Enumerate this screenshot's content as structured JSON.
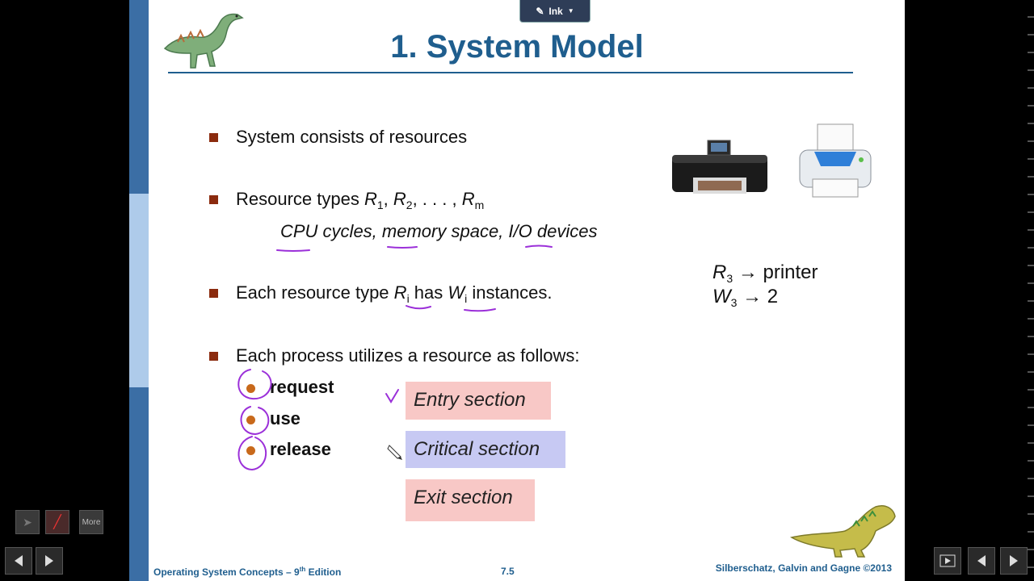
{
  "toolbar": {
    "ink_label": "Ink",
    "more_label": "More"
  },
  "slide": {
    "title": "1. System Model",
    "bullets": [
      {
        "text": "System consists of resources"
      },
      {
        "prefix": "Resource types ",
        "r": "R",
        "s1": "1",
        "s2": "2",
        "dots": ", . . . , ",
        "sm": "m",
        "subline": "CPU cycles, memory space, I/O devices"
      },
      {
        "prefix": "Each resource type ",
        "r": "R",
        "ri": "i",
        "mid": " has ",
        "w": "W",
        "wi": "i",
        "suffix": " instances."
      },
      {
        "text": "Each process utilizes a resource as follows:"
      }
    ],
    "steps": [
      "request",
      "use",
      "release"
    ],
    "sections": [
      {
        "label": "Entry section",
        "color": "#f8c8c6"
      },
      {
        "label": "Critical section",
        "color": "#c7c9f3"
      },
      {
        "label": "Exit section",
        "color": "#f8c8c6"
      }
    ],
    "example": {
      "r_line_var": "R",
      "r_line_sub": "3",
      "r_line_value": "printer",
      "w_line_var": "W",
      "w_line_sub": "3",
      "w_line_value": "2",
      "arrow": "→"
    },
    "footer": {
      "book": "Operating System Concepts – 9",
      "edition_sup": "th",
      "edition": " Edition",
      "page": "7.5",
      "authors": "Silberschatz, Galvin and Gagne ©2013"
    }
  },
  "colors": {
    "title": "#1f5e8e",
    "bullet": "#8b2b0e",
    "step_dot": "#c8691b",
    "ink": "#9b30d9"
  }
}
